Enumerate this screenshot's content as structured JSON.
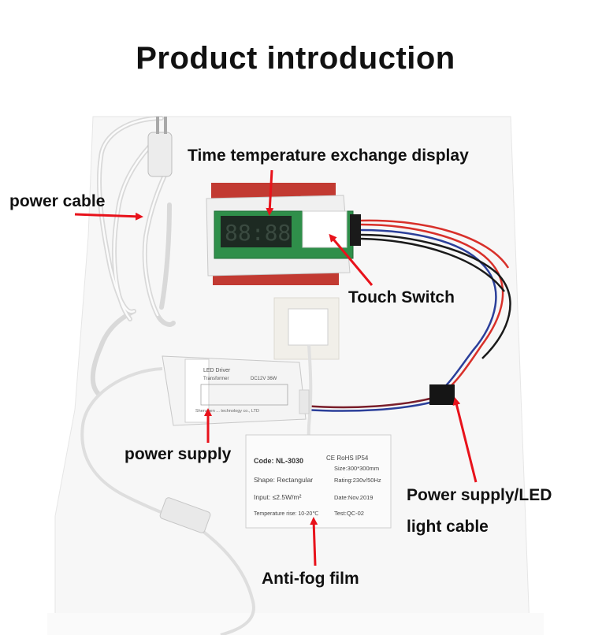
{
  "title": "Product introduction",
  "labels": {
    "display": "Time temperature exchange display",
    "power_cable": "power cable",
    "touch_switch": "Touch Switch",
    "power_supply": "power supply",
    "led_cable_line1": "Power supply/LED",
    "led_cable_line2": "light cable",
    "anti_fog": "Anti-fog film"
  },
  "driver": {
    "brand": "LED Driver",
    "type": "Transformer",
    "rating": "DC12V 36W",
    "maker": "Shenzhen ... technology co., LTD"
  },
  "spec_label": {
    "code": "Code: NL-3030",
    "marks": "CE RoHS IP54",
    "size": "Size:300*300mm",
    "shape": "Shape: Rectangular",
    "rating": "Rating:230v/50Hz",
    "input": "Input: ≤2.5W/m²",
    "date": "Date:Nov.2019",
    "temp": "Temperature rise: 10-20℃",
    "test": "Test:QC-02"
  },
  "colors": {
    "arrow": "#e8121b",
    "film": "#f7f7f7",
    "tape": "#c23a32",
    "pcb": "#2f8f4a"
  }
}
